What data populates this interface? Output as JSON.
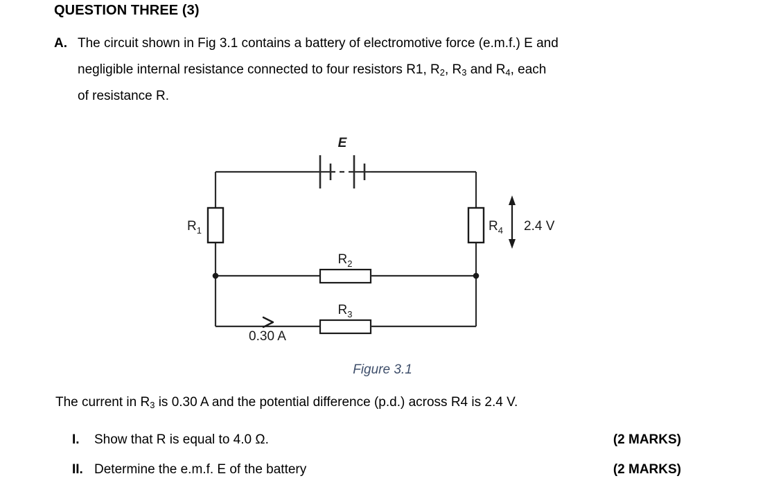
{
  "heading": "QUESTION THREE (3)",
  "part_a": {
    "letter": "A.",
    "line1": "The circuit shown in Fig 3.1 contains a battery of electromotive force (e.m.f.) E and",
    "line2_pre": "negligible internal resistance connected to four resistors R1, R",
    "line2_sub1": "2",
    "line2_mid1": ", R",
    "line2_sub2": "3",
    "line2_mid2": " and R",
    "line2_sub3": "4",
    "line2_end": ", each",
    "line3": "of resistance R."
  },
  "figure": {
    "caption": "Figure 3.1",
    "labels": {
      "emf": "E",
      "r1": "R",
      "r1_sub": "1",
      "r2": "R",
      "r2_sub": "2",
      "r3": "R",
      "r3_sub": "3",
      "r4": "R",
      "r4_sub": "4",
      "voltage": "2.4 V",
      "current": "0.30 A"
    },
    "colors": {
      "wire": "#2b2b2b",
      "resistor_fill": "#ffffff",
      "resistor_stroke": "#1a1a1a",
      "caption": "#3f4f6b"
    }
  },
  "sentence": {
    "pre": "The current in R",
    "sub": "3",
    "post": " is 0.30 A and the potential difference (p.d.) across R4 is 2.4 V."
  },
  "items": [
    {
      "num": "I.",
      "text": "Show that R is equal to 4.0 Ω.",
      "marks": "(2 MARKS)"
    },
    {
      "num": "II.",
      "text": "Determine the e.m.f. E of the battery",
      "marks": "(2 MARKS)"
    }
  ]
}
